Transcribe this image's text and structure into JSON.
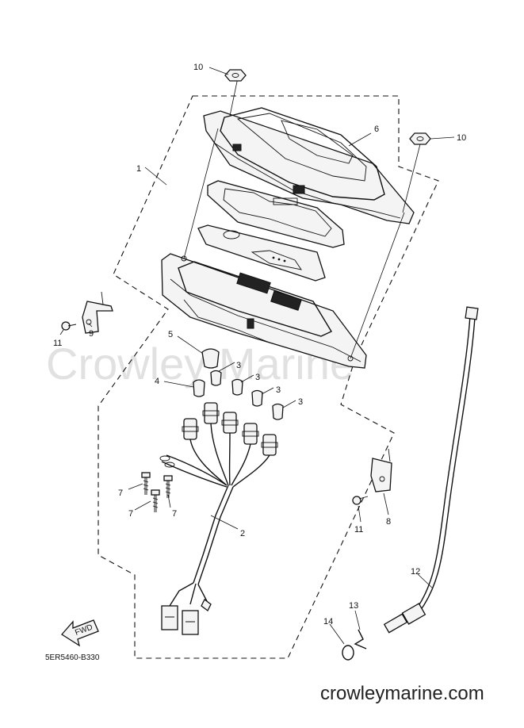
{
  "diagram": {
    "drawing_code": "5ER5460-B330",
    "watermark": "Crowley Marine",
    "footer_url": "crowleymarine.com",
    "fwd_label": "FWD",
    "callouts": {
      "c1": "1",
      "c2": "2",
      "c3a": "3",
      "c3b": "3",
      "c3c": "3",
      "c3d": "3",
      "c4": "4",
      "c5": "5",
      "c6": "6",
      "c7a": "7",
      "c7b": "7",
      "c7c": "7",
      "c8": "8",
      "c9": "9",
      "c10a": "10",
      "c10b": "10",
      "c11a": "11",
      "c11b": "11",
      "c12": "12",
      "c13": "13",
      "c14": "14"
    }
  }
}
